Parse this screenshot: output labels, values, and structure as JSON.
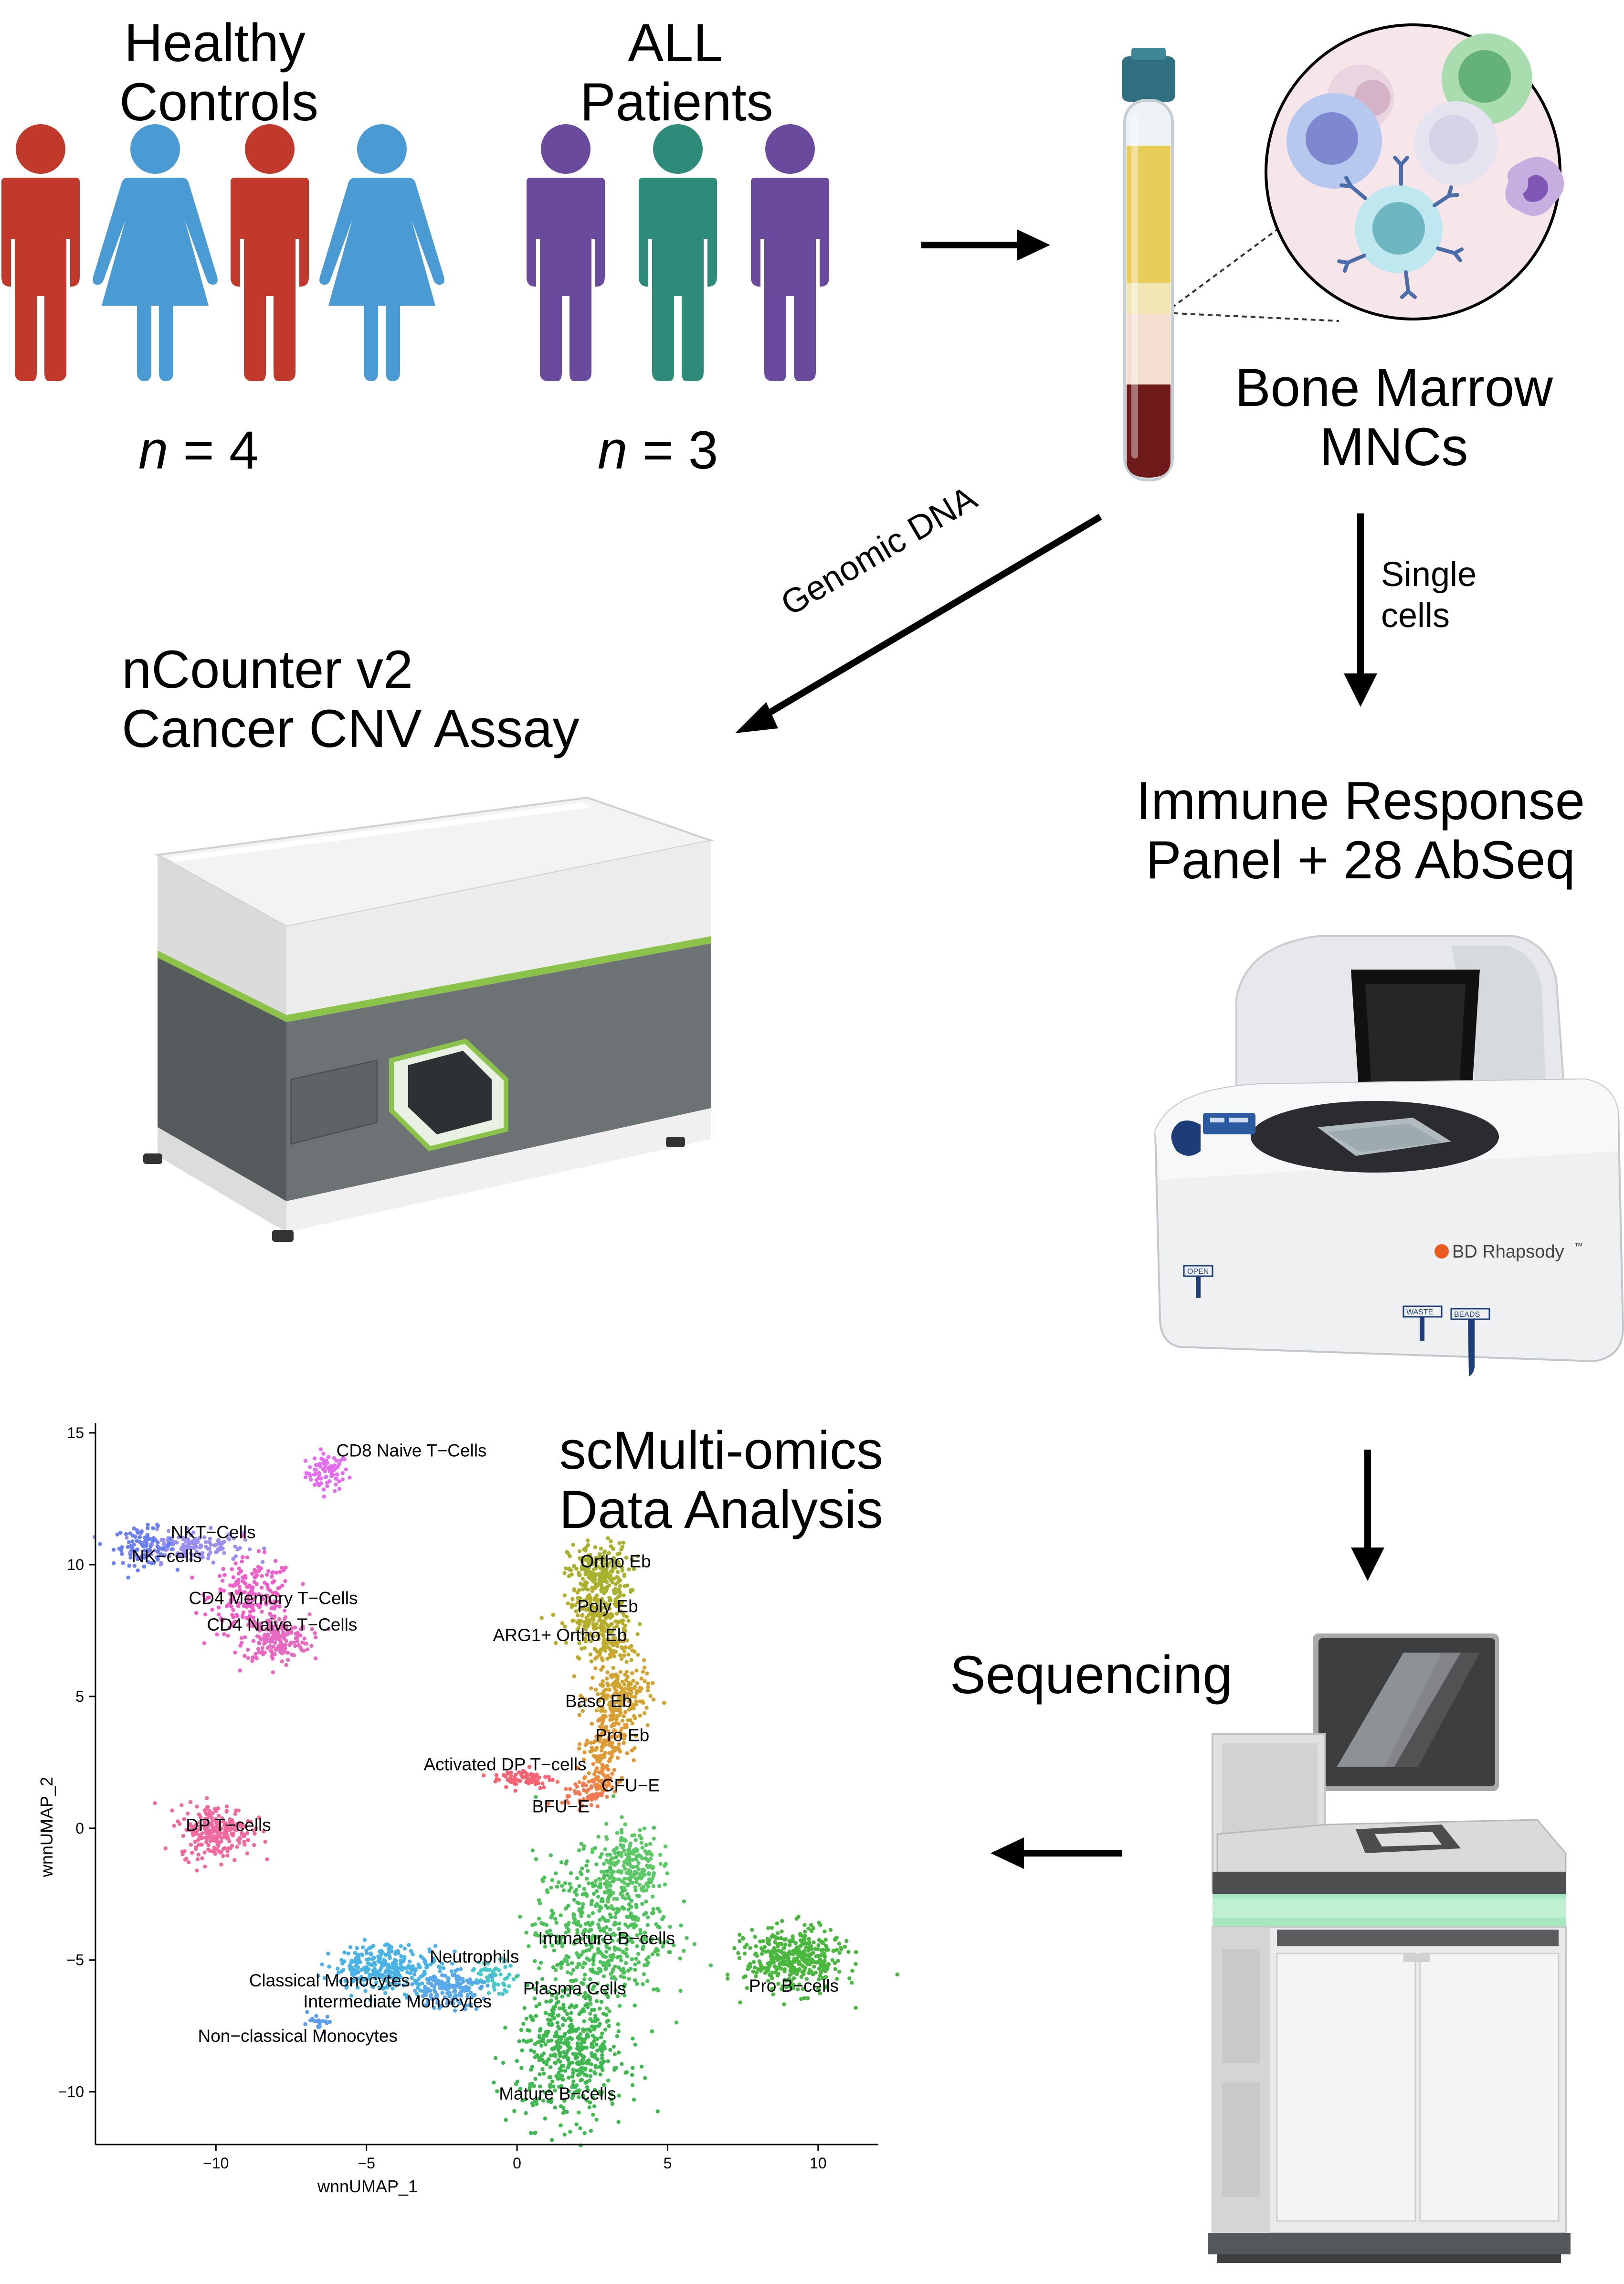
{
  "groups": {
    "controls": {
      "title_line1": "Healthy",
      "title_line2": "Controls",
      "n_prefix": "n",
      "n_rest": " = 4"
    },
    "patients": {
      "title_line1": "ALL",
      "title_line2": "Patients",
      "n_prefix": "n",
      "n_rest": " = 3"
    }
  },
  "bone_marrow": {
    "line1": "Bone Marrow",
    "line2": "MNCs"
  },
  "arrows": {
    "genomic_dna": "Genomic DNA",
    "single_line1": "Single",
    "single_line2": "cells"
  },
  "ncounter": {
    "line1": "nCounter v2",
    "line2": "Cancer CNV Assay"
  },
  "immune": {
    "line1": "Immune Response",
    "line2": "Panel + 28 AbSeq"
  },
  "rhapsody": {
    "brand": "BD Rhapsody",
    "trademark": "™",
    "btn_open": "OPEN",
    "btn_waste": "WASTE",
    "btn_beads": "BEADS"
  },
  "sequencing": "Sequencing",
  "analysis": {
    "line1": "scMulti-omics",
    "line2": "Data Analysis"
  },
  "colors": {
    "male_red": "#c0392b",
    "female_blue": "#4a9ad4",
    "purple": "#6a4a9c",
    "teal": "#2e8b7a",
    "blood_plasma": "#e8cd5a",
    "blood_red": "#6e1a1a",
    "accent_green": "#8bc34a"
  },
  "chart_data": {
    "type": "scatter",
    "xlabel": "wnnUMAP_1",
    "ylabel": "wnnUMAP_2",
    "xlim": [
      -14,
      12
    ],
    "ylim": [
      -12,
      15
    ],
    "xticks": [
      -10,
      -5,
      0,
      5,
      10
    ],
    "yticks": [
      -10,
      -5,
      0,
      5,
      10,
      15
    ],
    "clusters": [
      {
        "label": "CD8 Naive T−Cells",
        "color": "#e56ef0",
        "cx": -6.3,
        "cy": 13.5,
        "sx": 0.35,
        "sy": 0.35,
        "n": 80,
        "lx": -6.0,
        "ly": 14.1
      },
      {
        "label": "NKT−Cells",
        "color": "#9b8ff0",
        "cx": -10.9,
        "cy": 10.7,
        "sx": 0.9,
        "sy": 0.3,
        "n": 160,
        "lx": -11.5,
        "ly": 11.0
      },
      {
        "label": "NK−cells",
        "color": "#6a7ff0",
        "cx": -12.4,
        "cy": 10.7,
        "sx": 0.5,
        "sy": 0.35,
        "n": 90,
        "lx": -12.8,
        "ly": 10.1
      },
      {
        "label": "CD4 Memory T−Cells",
        "color": "#ee5fc8",
        "cx": -8.8,
        "cy": 8.8,
        "sx": 0.7,
        "sy": 0.7,
        "n": 200,
        "lx": -10.9,
        "ly": 8.5
      },
      {
        "label": "CD4 Naive T−Cells",
        "color": "#e86ac0",
        "cx": -8.0,
        "cy": 7.2,
        "sx": 0.55,
        "sy": 0.45,
        "n": 200,
        "lx": -10.3,
        "ly": 7.5
      },
      {
        "label": "Ortho Eb",
        "color": "#a8b22e",
        "cx": 2.7,
        "cy": 9.6,
        "sx": 0.5,
        "sy": 0.6,
        "n": 250,
        "lx": 2.1,
        "ly": 9.9
      },
      {
        "label": "Poly Eb",
        "color": "#b5ae2a",
        "cx": 2.7,
        "cy": 7.9,
        "sx": 0.5,
        "sy": 0.5,
        "n": 200,
        "lx": 2.0,
        "ly": 8.2
      },
      {
        "label": "ARG1+ Ortho Eb",
        "color": "#c3aa2c",
        "cx": 3.2,
        "cy": 6.8,
        "sx": 0.3,
        "sy": 0.3,
        "n": 60,
        "lx": -0.8,
        "ly": 7.1
      },
      {
        "label": "Baso Eb",
        "color": "#d2a32f",
        "cx": 3.4,
        "cy": 5.0,
        "sx": 0.5,
        "sy": 0.6,
        "n": 200,
        "lx": 1.6,
        "ly": 4.6
      },
      {
        "label": "Pro Eb",
        "color": "#df9a33",
        "cx": 2.9,
        "cy": 3.2,
        "sx": 0.35,
        "sy": 0.6,
        "n": 120,
        "lx": 2.6,
        "ly": 3.3
      },
      {
        "label": "CFU−E",
        "color": "#ee8a3a",
        "cx": 2.8,
        "cy": 1.8,
        "sx": 0.3,
        "sy": 0.3,
        "n": 60,
        "lx": 2.8,
        "ly": 1.4
      },
      {
        "label": "BFU−E",
        "color": "#f37a55",
        "cx": 2.2,
        "cy": 1.3,
        "sx": 0.35,
        "sy": 0.25,
        "n": 50,
        "lx": 0.5,
        "ly": 0.6
      },
      {
        "label": "Activated DP T−cells",
        "color": "#f56472",
        "cx": 0.2,
        "cy": 1.9,
        "sx": 0.5,
        "sy": 0.2,
        "n": 70,
        "lx": -3.1,
        "ly": 2.2
      },
      {
        "label": "DP T−cells",
        "color": "#f06aa0",
        "cx": -10.0,
        "cy": -0.1,
        "sx": 0.6,
        "sy": 0.5,
        "n": 250,
        "lx": -11.0,
        "ly": -0.1
      },
      {
        "label": "Immature B−cells",
        "color": "#4ec25a",
        "cx": 2.8,
        "cy": -3.8,
        "sx": 1.1,
        "sy": 1.4,
        "n": 500,
        "lx": 0.7,
        "ly": -4.4
      },
      {
        "label": "Plasma Cells",
        "color": "#5cc866",
        "cx": 3.7,
        "cy": -1.3,
        "sx": 0.5,
        "sy": 0.7,
        "n": 200,
        "lx": 0.2,
        "ly": -6.3
      },
      {
        "label": "Mature B−cells",
        "color": "#3fb84f",
        "cx": 1.8,
        "cy": -8.5,
        "sx": 0.9,
        "sy": 1.3,
        "n": 500,
        "lx": -0.6,
        "ly": -10.3
      },
      {
        "label": "Pro B−cells",
        "color": "#4ab83e",
        "cx": 9.2,
        "cy": -5.0,
        "sx": 0.8,
        "sy": 0.6,
        "n": 400,
        "lx": 7.7,
        "ly": -6.2
      },
      {
        "label": "Neutrophils",
        "color": "#46c8c8",
        "cx": -0.8,
        "cy": -5.6,
        "sx": 0.4,
        "sy": 0.3,
        "n": 60,
        "lx": -2.9,
        "ly": -5.1
      },
      {
        "label": "Classical Monocytes",
        "color": "#4ab3e6",
        "cx": -4.3,
        "cy": -5.3,
        "sx": 0.9,
        "sy": 0.45,
        "n": 300,
        "lx": -8.9,
        "ly": -6.0
      },
      {
        "label": "Intermediate Monocytes",
        "color": "#58a9ea",
        "cx": -2.3,
        "cy": -6.1,
        "sx": 0.6,
        "sy": 0.35,
        "n": 160,
        "lx": -7.1,
        "ly": -6.8
      },
      {
        "label": "Non−classical Monocytes",
        "color": "#5b9ef0",
        "cx": -6.6,
        "cy": -7.4,
        "sx": 0.25,
        "sy": 0.15,
        "n": 20,
        "lx": -10.6,
        "ly": -8.1
      }
    ]
  }
}
